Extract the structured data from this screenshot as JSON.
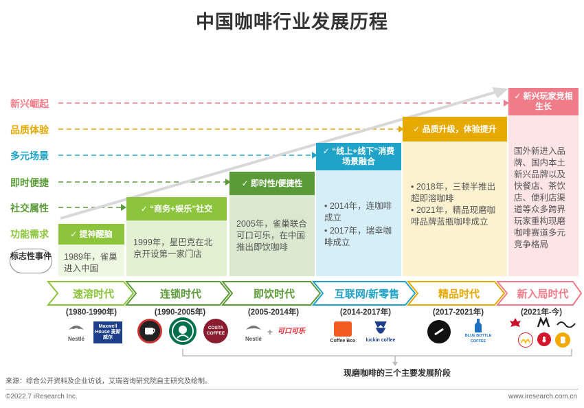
{
  "title": "中国咖啡行业发展历程",
  "stages": [
    {
      "label": "新兴崛起",
      "color": "#f07c89"
    },
    {
      "label": "品质体验",
      "color": "#e6a900"
    },
    {
      "label": "多元场景",
      "color": "#1fa3c9"
    },
    {
      "label": "即时便捷",
      "color": "#5a9b38"
    },
    {
      "label": "社交属性",
      "color": "#5a9b38"
    },
    {
      "label": "功能需求",
      "color": "#8cc43c"
    }
  ],
  "event_label": "标志性事件",
  "columns": [
    {
      "head": "✓ 提神醒脑",
      "body": "1989年，雀巢进入中国",
      "head_color": "#8cc43c",
      "body_color": "#eef7e1"
    },
    {
      "head": "✓ “商务+娱乐”社交",
      "body": "1999年，星巴克在北京开设第一家门店",
      "head_color": "#8cc43c",
      "body_color": "#e3f0d2"
    },
    {
      "head": "✓ 即时性/便捷性",
      "body": "2005年，雀巢联合可口可乐，在中国推出即饮咖啡",
      "head_color": "#5a9b38",
      "body_color": "#dbe8d0"
    },
    {
      "head": "✓ “线上+线下”消费场景融合",
      "body_1": "• 2014年，连咖啡成立",
      "body_2": "• 2017年，瑞幸咖啡成立",
      "head_color": "#1fa3c9",
      "body_color": "#d5eef8"
    },
    {
      "head": "✓ 品质升级，体验提升",
      "body_1": "• 2018年，三顿半推出超即溶咖啡",
      "body_2": "• 2021年，精品现磨咖啡品牌蓝瓶咖啡成立",
      "head_color": "#e6a900",
      "body_color": "#fdf2d0"
    },
    {
      "head": "✓ 新兴玩家竞相生长",
      "body": "国外新进入品牌、国内本土新兴品牌以及快餐店、茶饮店、便利店渠道等众多跨界玩家重构现磨咖啡赛道多元竞争格局",
      "head_color": "#f07c89",
      "body_color": "#fde4e6"
    }
  ],
  "eras": [
    {
      "name": "速溶时代",
      "years": "(1980-1990年)",
      "color": "#8cc43c"
    },
    {
      "name": "连锁时代",
      "years": "(1990-2005年)",
      "color": "#5a9b38"
    },
    {
      "name": "即饮时代",
      "years": "(2005-2014年)",
      "color": "#5a9b38"
    },
    {
      "name": "互联网/新零售",
      "years": "(2014-2017年)",
      "color": "#1fa3c9"
    },
    {
      "name": "精品时代",
      "years": "(2017-2021年)",
      "color": "#e6a900"
    },
    {
      "name": "新入局时代",
      "years": "(2021年-今)",
      "color": "#f07c89"
    }
  ],
  "logos": {
    "nestle": "Nestlé",
    "maxwell": "Maxwell House 麦斯威尔",
    "costa": "COSTA COFFEE",
    "cocacola": "可口可乐",
    "coffeebox": "Coffee Box",
    "luckin": "luckin coffee",
    "bluebottle": "BLUE BOTTLE COFFEE"
  },
  "bracket_label": "现磨咖啡的三个主要发展阶段",
  "source": "来源：综合公开资料及企业访谈，艾瑞咨询研究院自主研究及绘制。",
  "copyright": "©2022.7 iResearch Inc.",
  "website": "www.iresearch.com.cn"
}
